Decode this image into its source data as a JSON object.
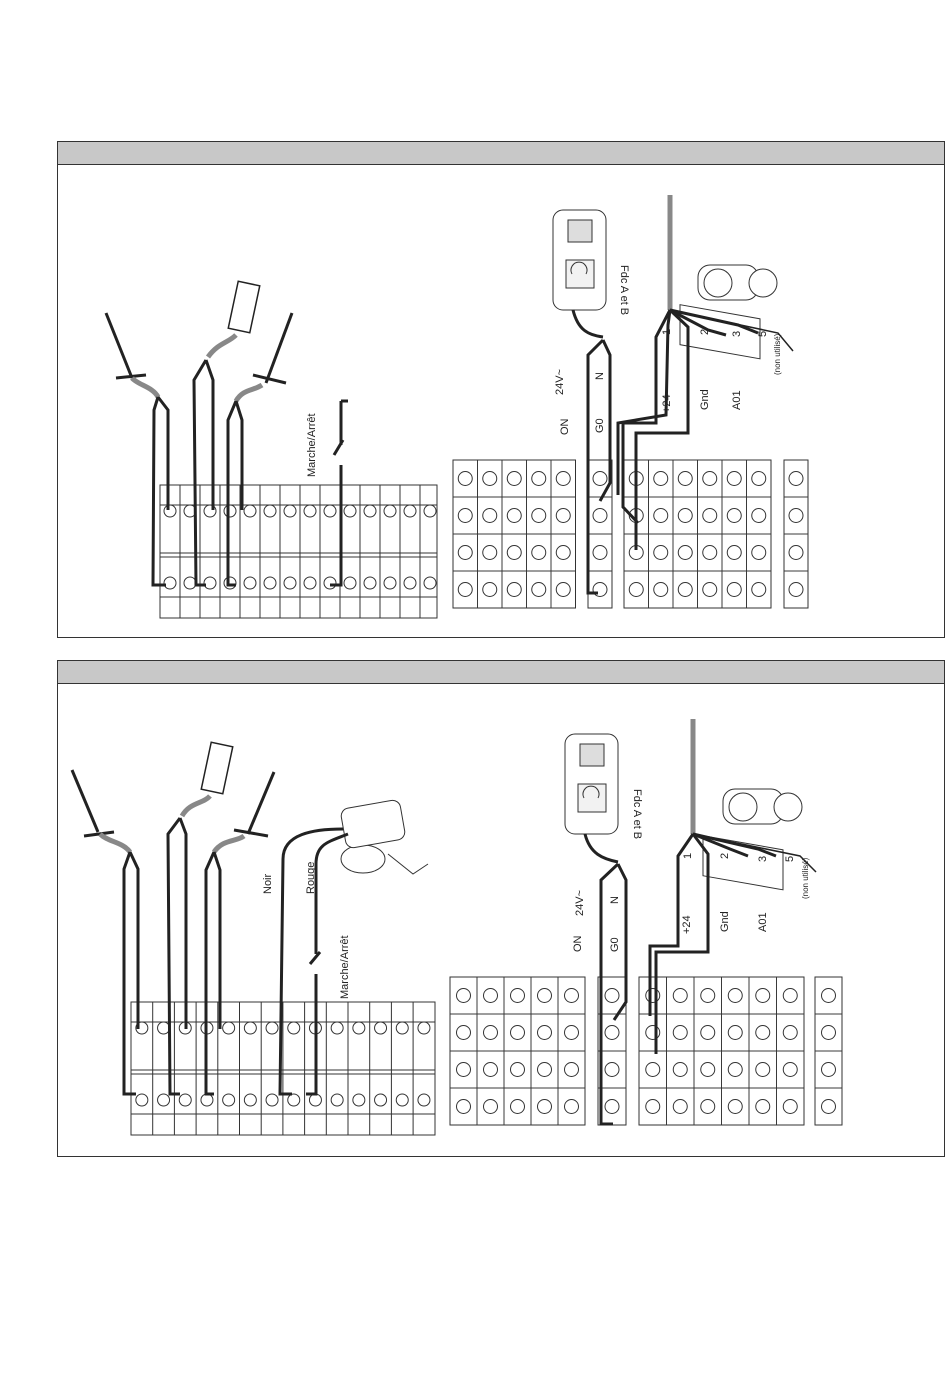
{
  "diagram1": {
    "labels": {
      "switch": "Marche/Arrêt",
      "on": "ON",
      "g0": "G0",
      "v24": "24V~",
      "n": "N",
      "plus24": "+24",
      "gnd": "Gnd",
      "a01": "A01",
      "t1": "1",
      "t2": "2",
      "t3": "3",
      "t5": "5",
      "unused": "(non utilisé)",
      "fdc": "Fdc A et B"
    }
  },
  "diagram2": {
    "labels": {
      "noir": "Noir",
      "rouge": "Rouge",
      "switch": "Marche/Arrêt",
      "on": "ON",
      "g0": "G0",
      "v24": "24V~",
      "n": "N",
      "plus24": "+24",
      "gnd": "Gnd",
      "a01": "A01",
      "t1": "1",
      "t2": "2",
      "t3": "3",
      "t5": "5",
      "unused": "(non utilisé)",
      "fdc": "Fdc A et B"
    }
  }
}
